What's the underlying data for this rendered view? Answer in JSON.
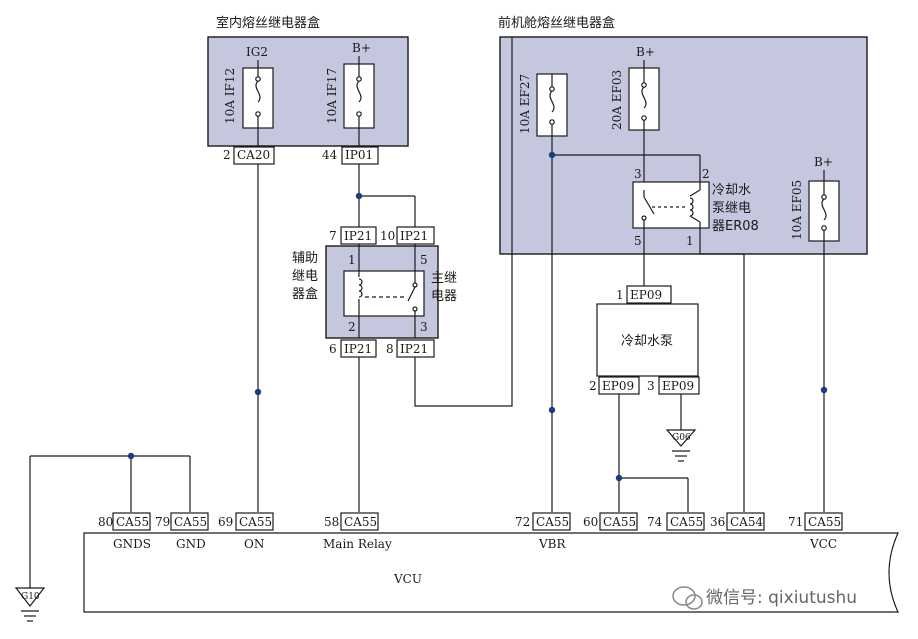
{
  "indoor_box": {
    "title": "室内熔丝继电器盒"
  },
  "front_box": {
    "title": "前机舱熔丝继电器盒"
  },
  "fuses": {
    "if12": {
      "supply": "IG2",
      "label": "10A IF12"
    },
    "if17": {
      "supply": "B+",
      "label": "10A IF17"
    },
    "ef27": {
      "label": "10A EF27"
    },
    "ef03": {
      "supply": "B+",
      "label": "20A EF03"
    },
    "ef05": {
      "supply": "B+",
      "label": "10A EF05"
    }
  },
  "connectors": {
    "ca20": {
      "pin": "2",
      "name": "CA20"
    },
    "ip01": {
      "pin": "44",
      "name": "IP01"
    },
    "ip21_7": {
      "pin": "7",
      "name": "IP21"
    },
    "ip21_10": {
      "pin": "10",
      "name": "IP21"
    },
    "ip21_6": {
      "pin": "6",
      "name": "IP21"
    },
    "ip21_8": {
      "pin": "8",
      "name": "IP21"
    },
    "ep09_1": {
      "pin": "1",
      "name": "EP09"
    },
    "ep09_2": {
      "pin": "2",
      "name": "EP09"
    },
    "ep09_3": {
      "pin": "3",
      "name": "EP09"
    }
  },
  "aux_relay_box": {
    "label_lines": [
      "辅助",
      "继电",
      "器盒"
    ],
    "relay_label_lines": [
      "主继",
      "电器"
    ],
    "pins": [
      "1",
      "5",
      "2",
      "3"
    ]
  },
  "pump_relay": {
    "label_lines": [
      "冷却水",
      "泵继电",
      "器ER08"
    ],
    "pins": [
      "3",
      "2",
      "5",
      "1"
    ]
  },
  "pump": {
    "label": "冷却水泵"
  },
  "grounds": {
    "g06": "G06",
    "g10": "G10"
  },
  "vcu": {
    "label": "VCU",
    "pins": [
      {
        "num": "80",
        "conn": "CA55",
        "func": "GNDS"
      },
      {
        "num": "79",
        "conn": "CA55",
        "func": "GND"
      },
      {
        "num": "69",
        "conn": "CA55",
        "func": "ON"
      },
      {
        "num": "58",
        "conn": "CA55",
        "func": "Main Relay"
      },
      {
        "num": "72",
        "conn": "CA55",
        "func": "VBR"
      },
      {
        "num": "60",
        "conn": "CA55",
        "func": ""
      },
      {
        "num": "74",
        "conn": "CA55",
        "func": ""
      },
      {
        "num": "36",
        "conn": "CA54",
        "func": ""
      },
      {
        "num": "71",
        "conn": "CA55",
        "func": "VCC"
      }
    ]
  },
  "watermark": {
    "text": "微信号: qixiutushu"
  }
}
